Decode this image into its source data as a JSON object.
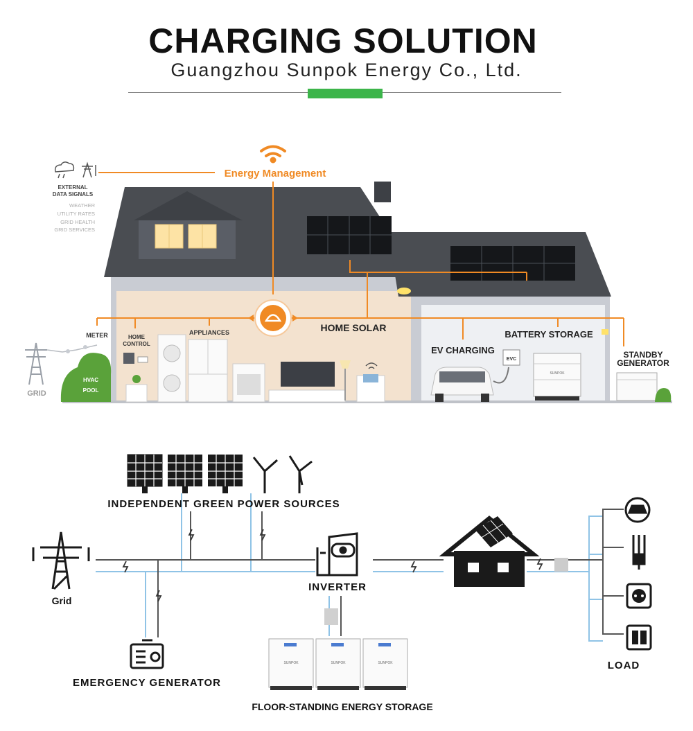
{
  "header": {
    "title": "CHARGING SOLUTION",
    "subtitle": "Guangzhou Sunpok Energy Co., Ltd."
  },
  "house_diagram": {
    "energy_management": "Energy Management",
    "external_data": {
      "heading_line1": "EXTERNAL",
      "heading_line2": "DATA SIGNALS",
      "items": [
        "WEATHER",
        "UTILITY RATES",
        "GRID HEALTH",
        "GRID SERVICES"
      ]
    },
    "labels": {
      "meter": "METER",
      "home_control_line1": "HOME",
      "home_control_line2": "CONTROL",
      "appliances": "APPLIANCES",
      "home_solar": "HOME SOLAR",
      "battery_storage": "BATTERY STORAGE",
      "ev_charging": "EV CHARGING",
      "evc": "EVC",
      "standby_line1": "STANDBY",
      "standby_line2": "GENERATOR",
      "grid": "GRID",
      "hvac": "HVAC",
      "pool": "POOL",
      "battery_brand": "SUNPOK"
    }
  },
  "system_diagram": {
    "green_sources": "INDEPENDENT GREEN POWER SOURCES",
    "grid": "Grid",
    "inverter": "INVERTER",
    "emergency_generator": "EMERGENCY GENERATOR",
    "floor_storage": "FLOOR-STANDING ENERGY STORAGE",
    "load": "LOAD",
    "battery_brand": "SUNPOK"
  },
  "colors": {
    "accent_orange": "#f08a24",
    "accent_green": "#3cb54a",
    "roof": "#4a4d52",
    "wall": "#c9ccd3",
    "interior": "#f3e2cf",
    "power_line": "#555555",
    "signal_line": "#8fc3e6"
  }
}
